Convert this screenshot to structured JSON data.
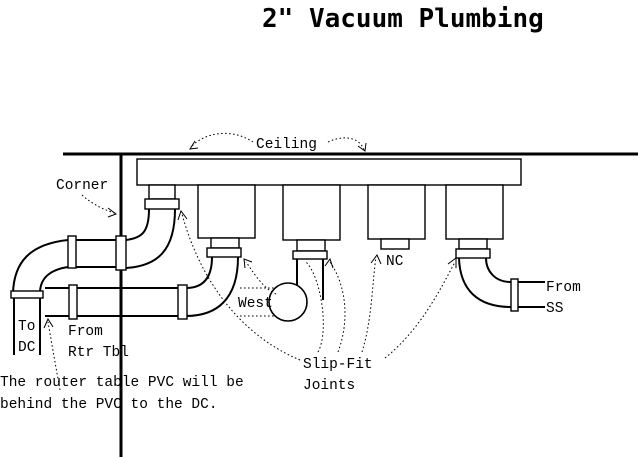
{
  "title": "2\" Vacuum Plumbing",
  "labels": {
    "ceiling": "Ceiling",
    "corner": "Corner",
    "nc": "NC",
    "west": "West",
    "from_ss_1": "From",
    "from_ss_2": "SS",
    "to_dc_1": "To",
    "to_dc_2": "DC",
    "from_rtr_1": "From",
    "from_rtr_2": "Rtr Tbl",
    "slip_fit_1": "Slip-Fit",
    "slip_fit_2": "Joints",
    "note_1": "The router table PVC will be",
    "note_2": "behind the PVC to the DC."
  }
}
